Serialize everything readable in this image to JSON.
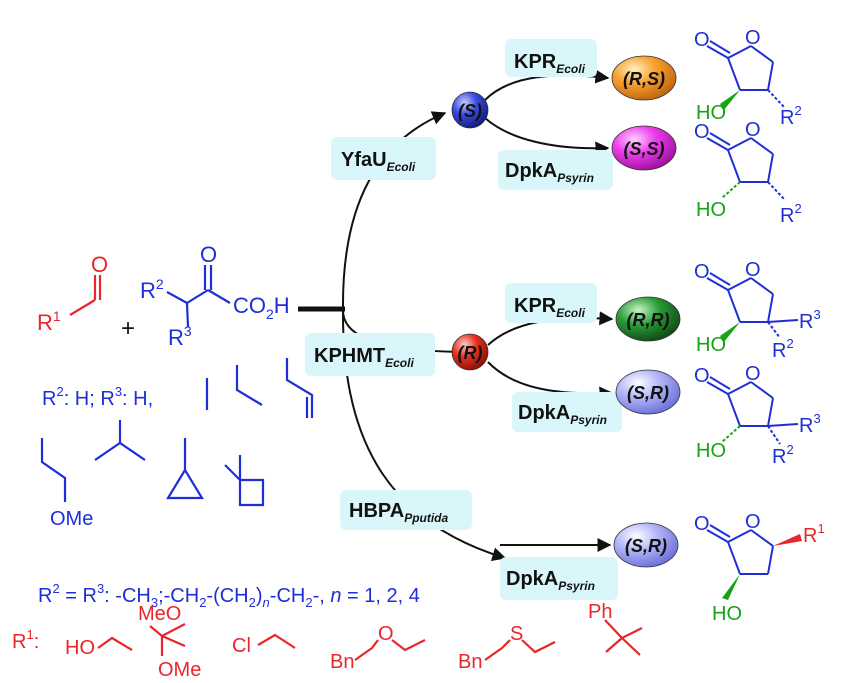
{
  "colors": {
    "red": "#e8262b",
    "blue": "#1f2fd6",
    "green": "#16a316",
    "box": "#d9f6fb",
    "black": "#111111",
    "sphere_s": "#2233cc",
    "sphere_r": "#e3261e",
    "sphere_rs": "#f6a033",
    "sphere_ss": "#ea38ea",
    "sphere_rr": "#1f8d2a",
    "sphere_sr": "#a9acf5"
  },
  "enzymes": {
    "yfau": {
      "main": "YfaU",
      "sub": "Ecoli"
    },
    "kphmt": {
      "main": "KPHMT",
      "sub": "Ecoli"
    },
    "hbpa": {
      "main": "HBPA",
      "sub": "Pputida"
    },
    "kpr_top": {
      "main": "KPR",
      "sub": "Ecoli"
    },
    "dpka_top": {
      "main": "DpkA",
      "sub": "Psyrin"
    },
    "kpr_mid": {
      "main": "KPR",
      "sub": "Ecoli"
    },
    "dpka_mid": {
      "main": "DpkA",
      "sub": "Psyrin"
    },
    "dpka_bot": {
      "main": "DpkA",
      "sub": "Psyrin"
    }
  },
  "spheres": {
    "s": "(S)",
    "r": "(R)",
    "rs": "(R,S)",
    "ss": "(S,S)",
    "rr": "(R,R)",
    "sr_mid": "(S,R)",
    "sr_bot": "(S,R)"
  },
  "substrates": {
    "aldehyde_o": "O",
    "r1": "R",
    "r1_sup": "1",
    "plus": "+",
    "ketoacid_o": "O",
    "r2": "R",
    "r2_sup": "2",
    "r3": "R",
    "r3_sup": "3",
    "acid_co": "CO",
    "acid_sub": "2",
    "acid_h": "H"
  },
  "legend": {
    "r2r3_r2": "R",
    "r2r3_r2_sup": "2",
    "r2r3_mid": ": H; R",
    "r2r3_r3_sup": "3",
    "r2r3_end": ": H,",
    "ome": "OMe",
    "eq_r2": "R",
    "eq_r2_sup": "2",
    "eq_mid": " = R",
    "eq_r3_sup": "3",
    "eq_tail1": ": -CH",
    "eq_sub3": "3",
    "eq_tail2": ";-CH",
    "eq_sub2a": "2",
    "eq_tail3": "-(CH",
    "eq_sub2b": "2",
    "eq_tail4": ")",
    "eq_n": "n",
    "eq_tail5": "-CH",
    "eq_sub2c": "2",
    "eq_tail6": "-, ",
    "eq_n2": "n",
    "eq_tail7": " = 1, 2, 4",
    "r1_r": "R",
    "r1_sup": "1",
    "r1_colon": ":",
    "ho": "HO",
    "meo": "MeO",
    "ome2": "OMe",
    "cl": "Cl",
    "bn1": "Bn",
    "o_ether": "O",
    "bn2": "Bn",
    "s_thio": "S",
    "ph": "Ph"
  },
  "products": {
    "o_ring": "O",
    "o_carbonyl": "O",
    "ho": "HO",
    "r": "R",
    "r2_sup": "2",
    "r3_sup": "3",
    "r1_sup": "1"
  }
}
